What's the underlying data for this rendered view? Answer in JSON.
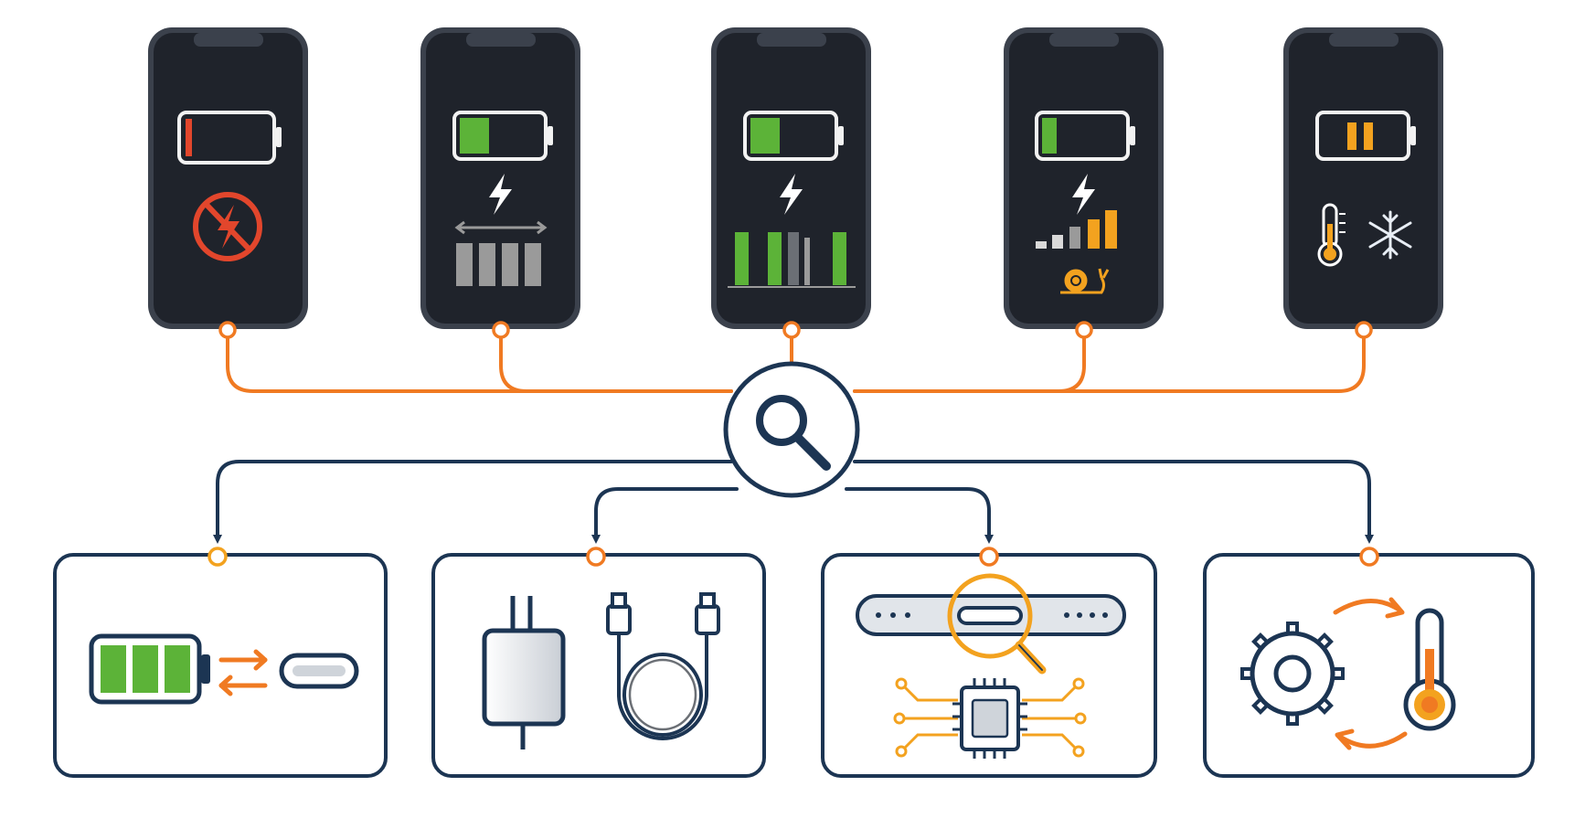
{
  "colors": {
    "background": "#ffffff",
    "navy": "#1c3553",
    "orange": "#f07a22",
    "amber": "#f3a21f",
    "green": "#5cb338",
    "red": "#e2462c",
    "phone_screen": "#1f232b",
    "phone_frame": "#3b414c",
    "gray_bar": "#9a9a9a",
    "light_gray": "#cfd4da"
  },
  "phones": [
    {
      "id": "phone-1",
      "battery": "low-red",
      "icon": "no-charging-icon",
      "indicator": "none"
    },
    {
      "id": "phone-2",
      "battery": "green-partial",
      "icon": "lightning-icon",
      "indicator": "gray-bars-with-arrow"
    },
    {
      "id": "phone-3",
      "battery": "green-partial",
      "icon": "lightning-icon",
      "indicator": "intermittent-green-bars"
    },
    {
      "id": "phone-4",
      "battery": "green-low",
      "icon": "lightning-icon",
      "indicator": "slow-rising-bars-with-snail"
    },
    {
      "id": "phone-5",
      "battery": "orange-two-cells",
      "icon": "thermometer-icon",
      "indicator": "snowflake"
    }
  ],
  "hub": {
    "icon": "magnifier-icon"
  },
  "categories": [
    {
      "id": "battery-port",
      "icons": [
        "battery-icon",
        "swap-arrows-icon",
        "usb-c-port-icon"
      ]
    },
    {
      "id": "adapter-cable",
      "icons": [
        "power-adapter-icon",
        "usb-cable-icon"
      ]
    },
    {
      "id": "port-inspection-hardware",
      "icons": [
        "charging-port-icon",
        "magnifier-icon",
        "chip-icon"
      ]
    },
    {
      "id": "settings-temperature",
      "icons": [
        "gear-icon",
        "cycle-arrows-icon",
        "thermometer-icon"
      ]
    }
  ]
}
